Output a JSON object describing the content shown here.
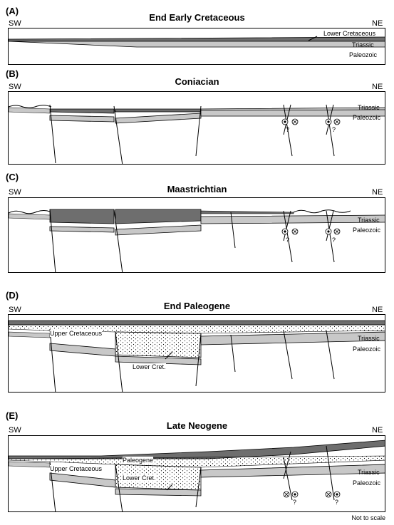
{
  "panels": [
    {
      "letter": "(A)",
      "title": "End Early Cretaceous",
      "sw": "SW",
      "ne": "NE",
      "units": {
        "lower_cret": "Lower Cretaceous",
        "triassic": "Triassic",
        "paleozoic": "Paleozoic"
      }
    },
    {
      "letter": "(B)",
      "title": "Coniacian",
      "sw": "SW",
      "ne": "NE",
      "units": {
        "triassic": "Triassic",
        "paleozoic": "Paleozoic"
      },
      "marks": "?"
    },
    {
      "letter": "(C)",
      "title": "Maastrichtian",
      "sw": "SW",
      "ne": "NE",
      "units": {
        "triassic": "Triassic",
        "paleozoic": "Paleozoic"
      },
      "marks": "?"
    },
    {
      "letter": "(D)",
      "title": "End Paleogene",
      "sw": "SW",
      "ne": "NE",
      "units": {
        "upper_cret": "Upper Cretaceous",
        "lower_cret": "Lower Cret.",
        "triassic": "Triassic",
        "paleozoic": "Paleozoic"
      }
    },
    {
      "letter": "(E)",
      "title": "Late Neogene",
      "sw": "SW",
      "ne": "NE",
      "units": {
        "paleogene": "Paleogene",
        "upper_cret": "Upper Cretaceous",
        "lower_cret": "Lower Cret.",
        "triassic": "Triassic",
        "paleozoic": "Paleozoic"
      },
      "marks": "?"
    }
  ],
  "footer": {
    "scale_note": "Not to scale"
  },
  "colors": {
    "cretaceous_fill": "#6e6e6e",
    "triassic_fill": "#c8c8c8",
    "line": "#000000"
  }
}
